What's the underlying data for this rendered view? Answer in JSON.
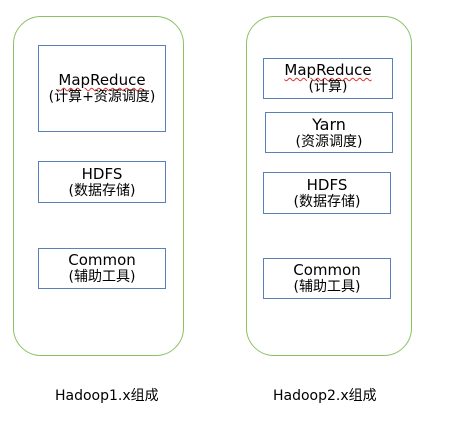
{
  "hadoop1": {
    "caption": "Hadoop1.x组成",
    "mapreduce": {
      "title": "MapReduce",
      "sub": "(计算+资源调度)"
    },
    "hdfs": {
      "title": "HDFS",
      "sub": "(数据存储)"
    },
    "common": {
      "title": "Common",
      "sub": "(辅助工具)"
    }
  },
  "hadoop2": {
    "caption": "Hadoop2.x组成",
    "mapreduce": {
      "title": "MapReduce",
      "sub": "(计算)"
    },
    "yarn": {
      "title": "Yarn",
      "sub": "(资源调度)"
    },
    "hdfs": {
      "title": "HDFS",
      "sub": "(数据存储)"
    },
    "common": {
      "title": "Common",
      "sub": "(辅助工具)"
    }
  },
  "colors": {
    "group_border": "#8cc063",
    "box_border": "#5b7fb8"
  }
}
